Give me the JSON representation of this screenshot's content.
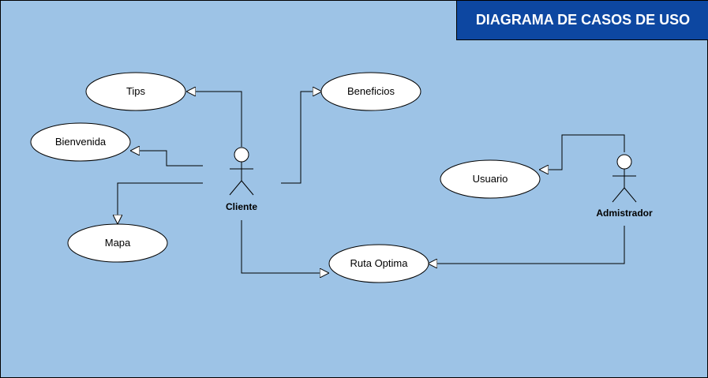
{
  "title": "DIAGRAMA DE CASOS DE USO",
  "actors": {
    "cliente": "Cliente",
    "admin": "Admistrador"
  },
  "use_cases": {
    "tips": "Tips",
    "beneficios": "Beneficios",
    "bienvenida": "Bienvenida",
    "mapa": "Mapa",
    "ruta": "Ruta Optima",
    "usuario": "Usuario"
  },
  "colors": {
    "background": "#9dc3e6",
    "title_bar": "#0d47a1",
    "stroke": "#000000",
    "use_case_fill": "#ffffff"
  }
}
